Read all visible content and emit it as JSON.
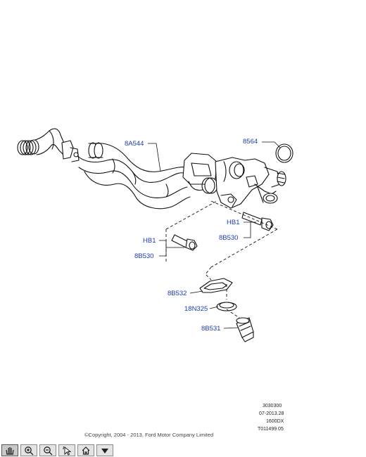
{
  "callouts": {
    "hose": "8A544",
    "gasket_ring": "8564",
    "bolt_right_hb": "HB1",
    "bolt_right_pn": "8B530",
    "bolt_left_hb": "HB1",
    "bolt_left_pn": "8B530",
    "gasket": "8B532",
    "seal": "18N325",
    "sensor": "8B531"
  },
  "reference": {
    "code": "3030300",
    "date": "07-2013.28",
    "model": "1600DX",
    "catalog_id": "T011499 05"
  },
  "copyright": "©Copyright, 2004 - 2013, Ford Motor Company Limited",
  "toolbar": {
    "buttons": [
      {
        "icon": "pan-hand-icon",
        "state": "active"
      },
      {
        "icon": "zoom-in-icon",
        "state": "normal"
      },
      {
        "icon": "zoom-out-icon",
        "state": "normal"
      },
      {
        "icon": "select-cursor-icon",
        "state": "normal"
      },
      {
        "icon": "home-icon",
        "state": "normal"
      },
      {
        "icon": "dropdown-arrow-icon",
        "state": "normal"
      }
    ]
  },
  "colors": {
    "callout": "#1a3cb8",
    "line": "#111111"
  }
}
